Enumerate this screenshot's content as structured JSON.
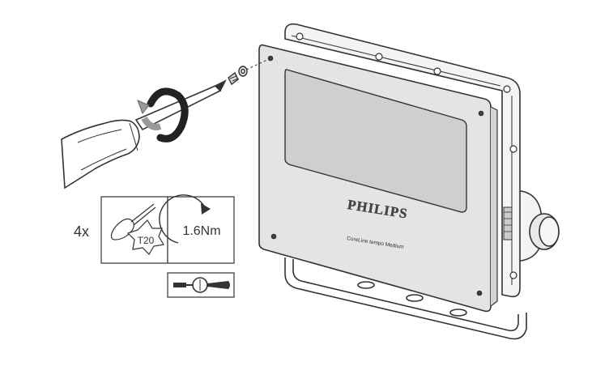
{
  "instruction": {
    "quantity": "4x",
    "tool_bit": "T20",
    "torque": "1.6Nm"
  },
  "product": {
    "brand": "PHILIPS",
    "model": "CoreLine tempo Medium"
  },
  "icons": {
    "screwdriver": "screwdriver-icon",
    "rotation": "rotate-clockwise-icon",
    "torque_wrench": "torque-wrench-icon"
  },
  "colors": {
    "line": "#333333",
    "panel": "#e4e4e4",
    "window": "#cfcfcf",
    "housing": "#f4f4f4"
  }
}
